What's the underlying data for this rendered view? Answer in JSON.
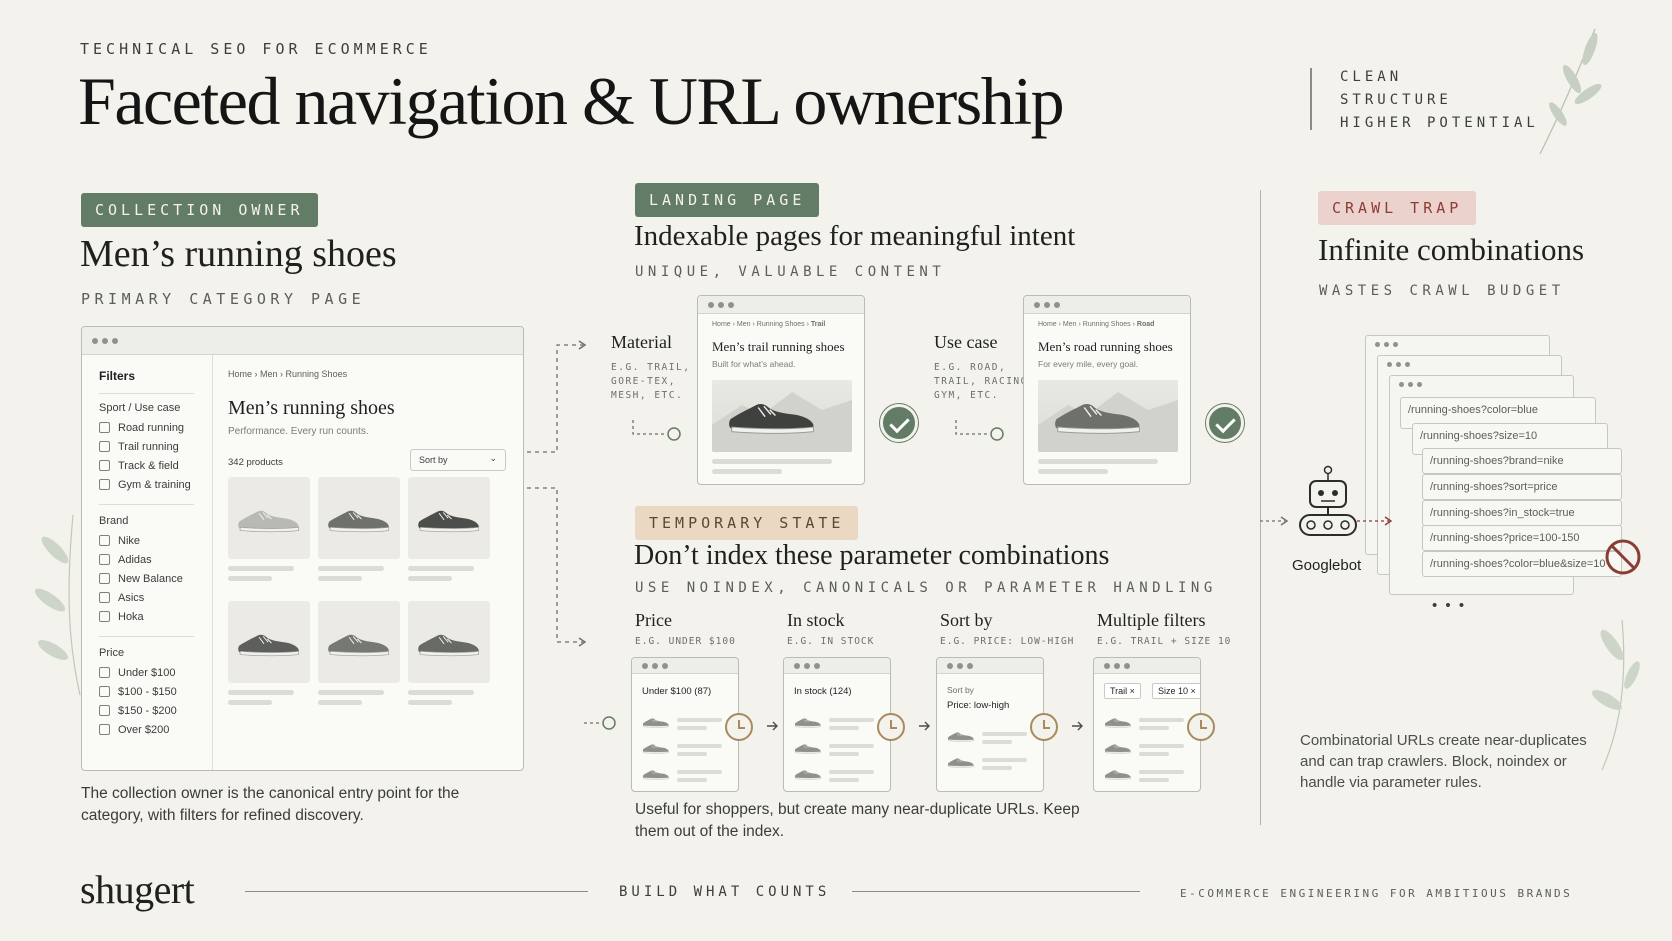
{
  "header": {
    "eyebrow": "TECHNICAL SEO FOR ECOMMERCE",
    "title": "Faceted navigation & URL ownership",
    "tagline": [
      "CLEAN",
      "STRUCTURE",
      "HIGHER POTENTIAL"
    ]
  },
  "collection": {
    "badge": "COLLECTION OWNER",
    "title": "Men’s running shoes",
    "subtitle": "PRIMARY CATEGORY PAGE",
    "window": {
      "filters_title": "Filters",
      "groups": [
        {
          "label": "Sport / Use case",
          "items": [
            "Road running",
            "Trail running",
            "Track & field",
            "Gym & training"
          ]
        },
        {
          "label": "Brand",
          "items": [
            "Nike",
            "Adidas",
            "New Balance",
            "Asics",
            "Hoka"
          ]
        },
        {
          "label": "Price",
          "items": [
            "Under $100",
            "$100 - $150",
            "$150 - $200",
            "Over $200"
          ]
        }
      ],
      "breadcrumb": [
        "Home",
        "Men",
        "Running Shoes"
      ],
      "page_title": "Men’s running shoes",
      "tagline": "Performance. Every run counts.",
      "count": "342 products",
      "sort_label": "Sort by"
    },
    "caption": "The collection owner is the canonical entry point for the category, with filters for refined discovery."
  },
  "landing": {
    "badge": "LANDING PAGE",
    "title": "Indexable pages for meaningful intent",
    "subtitle": "UNIQUE, VALUABLE CONTENT",
    "cards": [
      {
        "label": "Material",
        "example": [
          "E.G. TRAIL,",
          "GORE-TEX,",
          "MESH, ETC."
        ],
        "breadcrumb": [
          "Home",
          "Men",
          "Running Shoes",
          "Trail"
        ],
        "title": "Men’s trail running shoes",
        "tagline": "Built for what’s ahead."
      },
      {
        "label": "Use case",
        "example": [
          "E.G. ROAD,",
          "TRAIL, RACING,",
          "GYM, ETC."
        ],
        "breadcrumb": [
          "Home",
          "Men",
          "Running Shoes",
          "Road"
        ],
        "title": "Men’s road running shoes",
        "tagline": "For every mile, every goal."
      }
    ]
  },
  "temporary": {
    "badge": "TEMPORARY STATE",
    "title": "Don’t index these parameter combinations",
    "subtitle": "USE NOINDEX, CANONICALS OR PARAMETER HANDLING",
    "items": [
      {
        "label": "Price",
        "example": "E.G. UNDER $100",
        "state": "Under $100 (87)"
      },
      {
        "label": "In stock",
        "example": "E.G. IN STOCK",
        "state": "In stock (124)"
      },
      {
        "label": "Sort by",
        "example": "E.G. PRICE: LOW-HIGH",
        "state_top": "Sort by",
        "state": "Price: low-high"
      },
      {
        "label": "Multiple filters",
        "example": "E.G. TRAIL + SIZE 10",
        "chips": [
          "Trail ×",
          "Size 10 ×"
        ]
      }
    ],
    "caption": "Useful for shoppers, but create many near-duplicate URLs. Keep them out of the index."
  },
  "crawl": {
    "badge": "CRAWL TRAP",
    "title": "Infinite combinations",
    "subtitle": "WASTES CRAWL BUDGET",
    "bot": "Googlebot",
    "urls": [
      "/running-shoes?color=blue",
      "/running-shoes?size=10",
      "/running-shoes?brand=nike",
      "/running-shoes?sort=price",
      "/running-shoes?in_stock=true",
      "/running-shoes?price=100-150",
      "/running-shoes?color=blue&size=10"
    ],
    "more": "• • •",
    "caption": "Combinatorial URLs create near-duplicates and can trap crawlers. Block, noindex or handle via parameter rules."
  },
  "footer": {
    "brand": "shugert",
    "motto": "BUILD WHAT COUNTS",
    "tag": "E-COMMERCE ENGINEERING FOR AMBITIOUS BRANDS"
  },
  "colors": {
    "bg": "#f3f2ed",
    "green": "#637c66",
    "sand": "#ead8c2",
    "rose": "#ecd2cc",
    "accent_red": "#8b3d34",
    "clock": "#a88b5d"
  }
}
